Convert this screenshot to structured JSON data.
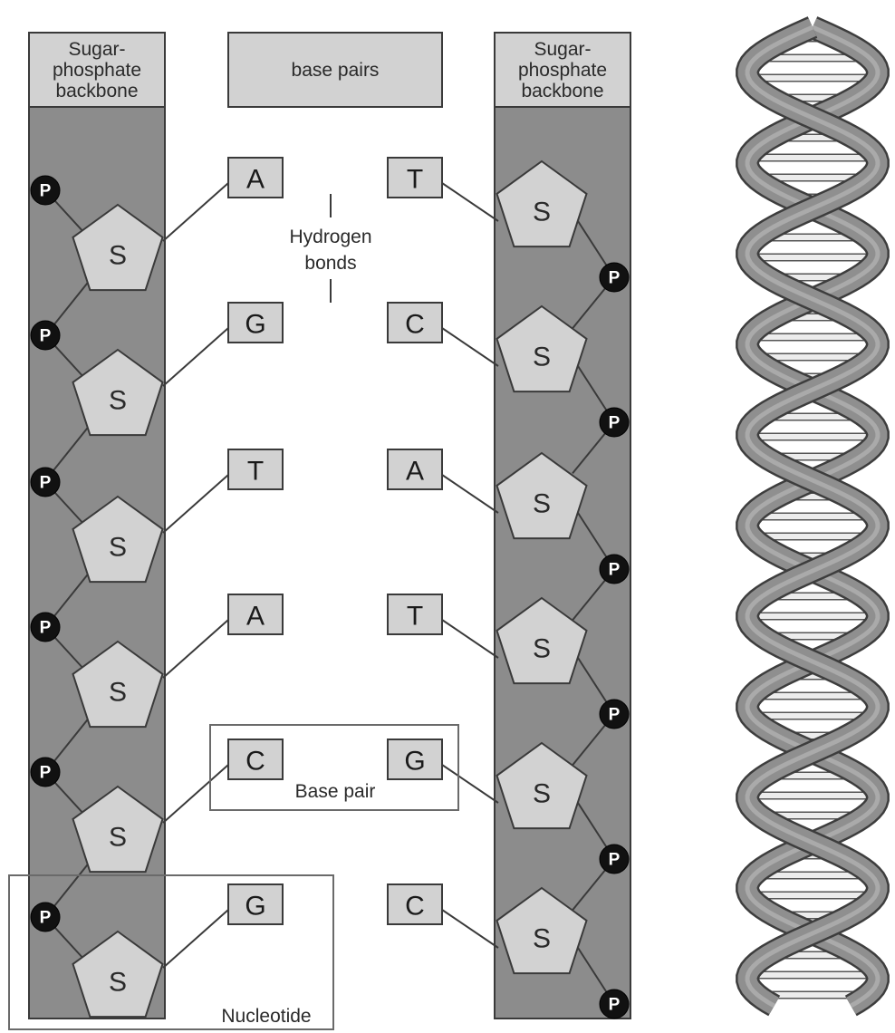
{
  "headers": {
    "left_backbone": [
      "Sugar-",
      "phosphate",
      "backbone"
    ],
    "base_pairs": "base pairs",
    "right_backbone": [
      "Sugar-",
      "phosphate",
      "backbone"
    ]
  },
  "sugar_label": "S",
  "phosphate_label": "P",
  "hydrogen_bonds_label": [
    "Hydrogen",
    "bonds"
  ],
  "base_pair_label": "Base pair",
  "nucleotide_label": "Nucleotide",
  "pairs": [
    {
      "left": "A",
      "right": "T"
    },
    {
      "left": "G",
      "right": "C"
    },
    {
      "left": "T",
      "right": "A"
    },
    {
      "left": "A",
      "right": "T"
    },
    {
      "left": "C",
      "right": "G"
    },
    {
      "left": "G",
      "right": "C"
    }
  ],
  "colors": {
    "backbone": "#8c8c8c",
    "box_fill": "#d2d2d2",
    "outline": "#3a3a3a",
    "phosphate": "#111111",
    "ribbon": "#8f8f8f",
    "rung": "#ececec"
  }
}
